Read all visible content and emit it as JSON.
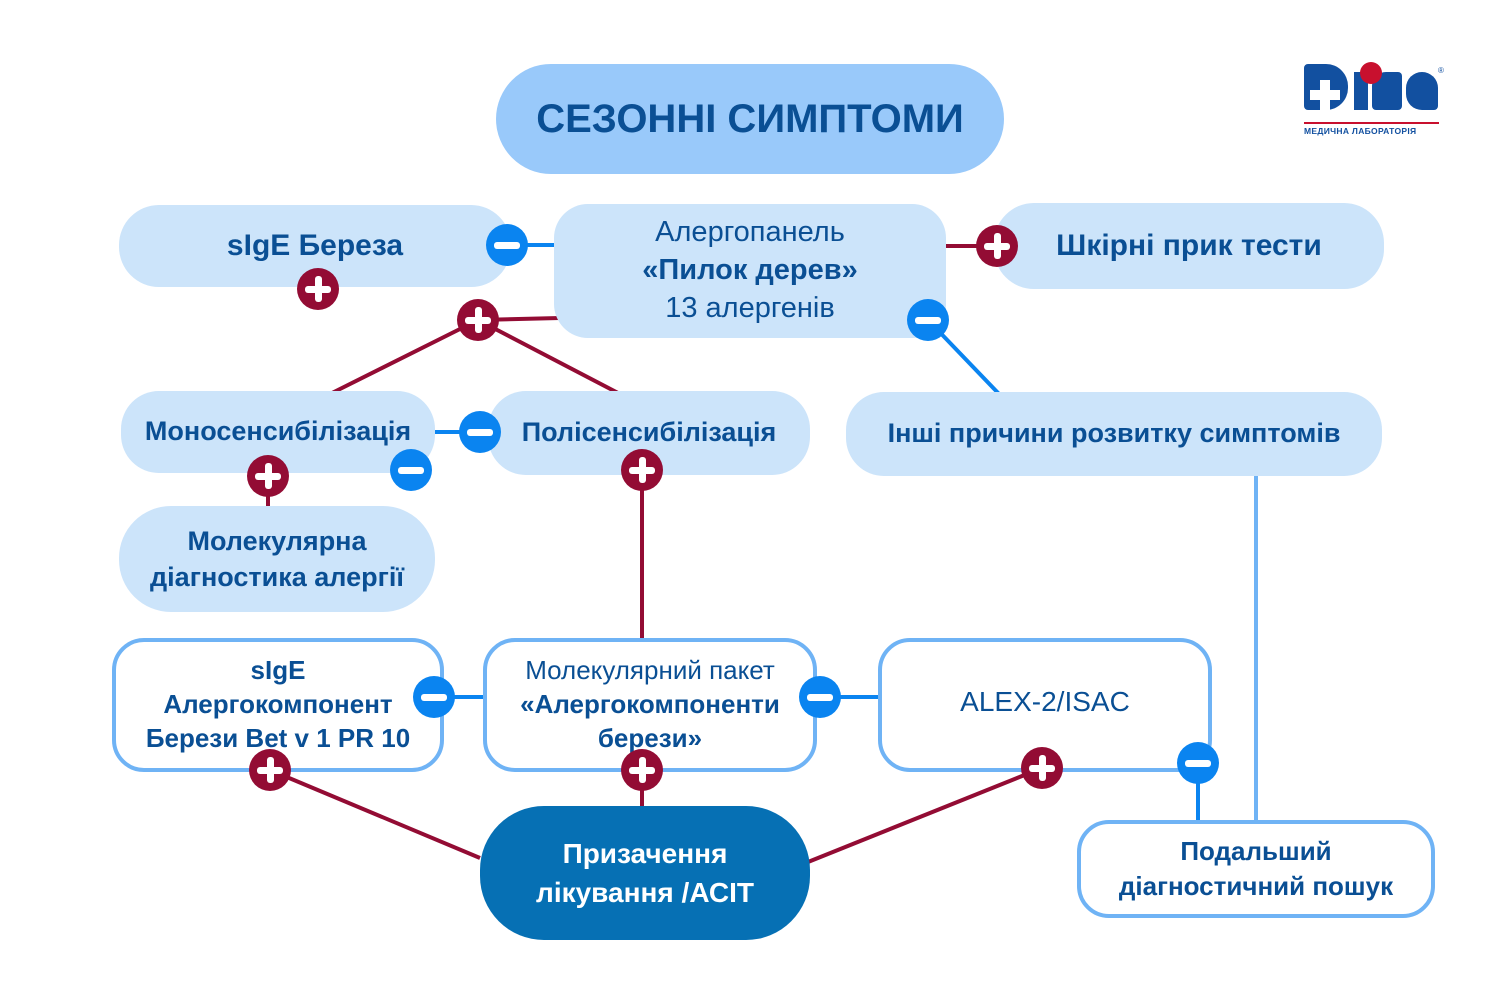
{
  "title": "СЕЗОННІ СИМПТОМИ",
  "logo": {
    "brand": "Dila",
    "subtitle": "МЕДИЧНА ЛАБОРАТОРІЯ",
    "registered": "®"
  },
  "colors": {
    "title_bg": "#99c9fa",
    "node_fill": "#cce4fa",
    "node_outline": "#6fb3f5",
    "text": "#0a4f94",
    "positive": "#930c34",
    "negative": "#0a84f0",
    "treatment_bg": "#0670b4"
  },
  "nodes": {
    "sige_birch": {
      "label": "sIgE Береза"
    },
    "allergopanel": {
      "line1": "Алергопанель",
      "line2": "«Пилок дерев»",
      "line3": "13 алергенів"
    },
    "skin_prick": {
      "label": "Шкірні прик тести"
    },
    "mono": {
      "label": "Моносенсибілізація"
    },
    "poly": {
      "label": "Полісенсибілізація"
    },
    "other_causes": {
      "label": "Інші причини розвитку симптомів"
    },
    "molecular_dx": {
      "line1": "Молекулярна",
      "line2": "діагностика алергії"
    },
    "sige_component": {
      "line1": "sIgE",
      "line2": "Алергокомпонент",
      "line3": "Берези Bet v 1 PR 10"
    },
    "molecular_pack": {
      "line1": "Молекулярний пакет",
      "line2": "«Алергокомпоненти",
      "line3": "берези»"
    },
    "alex": {
      "label": "ALEX-2/ISAC"
    },
    "treatment": {
      "line1": "Призачення",
      "line2": "лікування /АСІТ"
    },
    "further_search": {
      "line1": "Подальший",
      "line2": "діагностичний пошук"
    }
  },
  "legend": {
    "plus": "positive result",
    "minus": "negative result"
  }
}
